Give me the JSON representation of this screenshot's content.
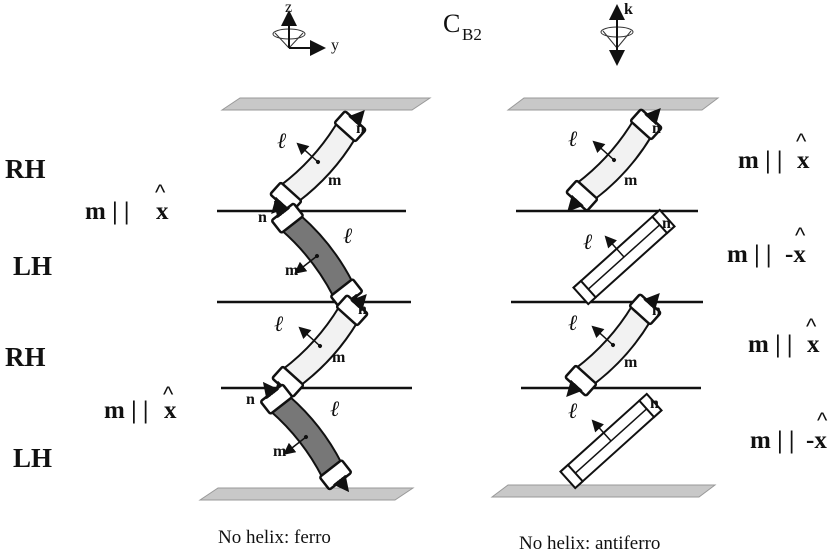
{
  "title": {
    "main": "C",
    "subscript": "B2"
  },
  "axes": {
    "z": "z",
    "y": "y",
    "k": "k"
  },
  "layers": [
    "RH",
    "LH",
    "RH",
    "LH"
  ],
  "left_column": {
    "caption": "No helix: ferro",
    "m_labels": [
      {
        "text": "m | |",
        "vector": "x"
      },
      {
        "text": "m | |",
        "vector": "x"
      }
    ]
  },
  "right_column": {
    "caption": "No helix: antiferro",
    "m_labels": [
      {
        "text": "m | |",
        "vector": "x"
      },
      {
        "text": "m | |",
        "vector": "-x"
      },
      {
        "text": "m | |",
        "vector": "x"
      },
      {
        "text": "m | |",
        "vector": "-x"
      }
    ]
  },
  "molecule_labels": {
    "ell": "ℓ",
    "n": "n",
    "m": "m"
  },
  "hat_symbol": "^",
  "colors": {
    "light_fill": "#f2f2f2",
    "dark_fill": "#777777",
    "plate": "#c8c8c8",
    "ink": "#111111"
  }
}
